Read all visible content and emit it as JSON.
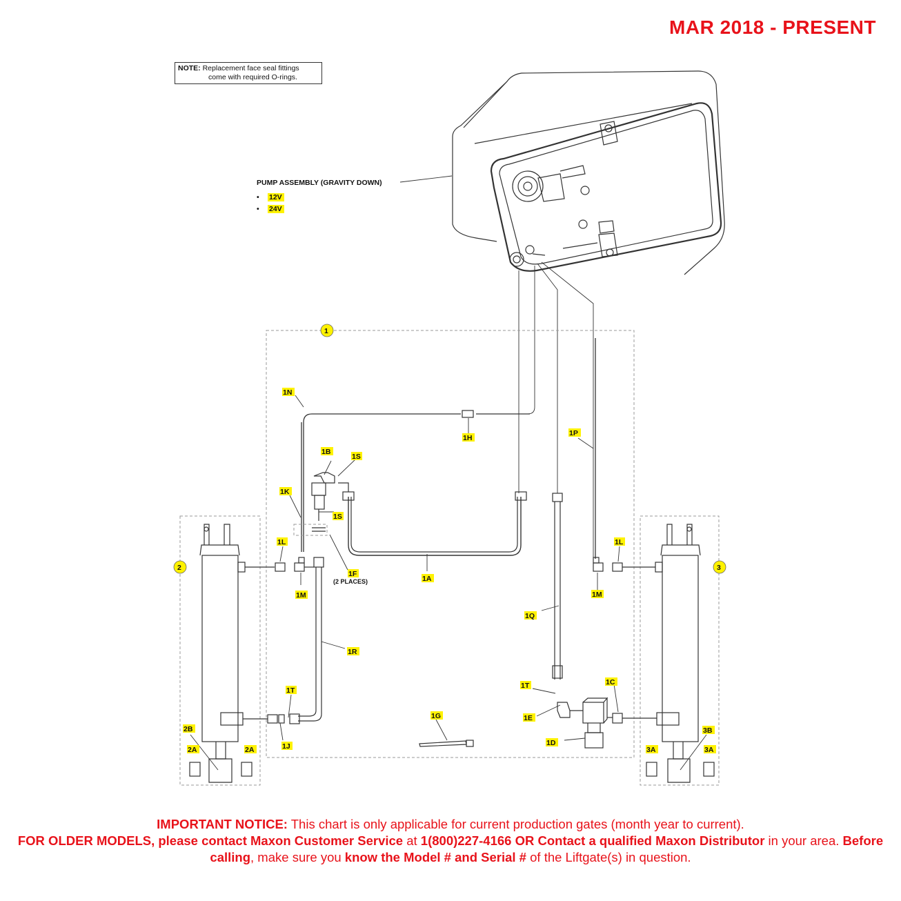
{
  "header": {
    "date_range": "MAR 2018 - PRESENT"
  },
  "note": {
    "prefix": "NOTE:",
    "line1": "Replacement face seal fittings",
    "line2": "come with required O-rings."
  },
  "pump": {
    "label": "PUMP ASSEMBLY (GRAVITY DOWN)",
    "options": [
      "12V",
      "24V"
    ]
  },
  "kits": {
    "center": "1",
    "left": "2",
    "right": "3"
  },
  "callouts": {
    "1N": "1N",
    "1H": "1H",
    "1P": "1P",
    "1B": "1B",
    "1S": "1S",
    "1K": "1K",
    "1L": "1L",
    "1M": "1M",
    "1F": "1F",
    "1F_sub": "(2 PLACES)",
    "1A": "1A",
    "1Q": "1Q",
    "1R": "1R",
    "1T": "1T",
    "1C": "1C",
    "1E": "1E",
    "1D": "1D",
    "1G": "1G",
    "1J": "1J",
    "2A": "2A",
    "2B": "2B",
    "3A": "3A",
    "3B": "3B"
  },
  "notice": {
    "lead": "IMPORTANT NOTICE:",
    "text1": " This chart is only applicable for current production gates (month year to current).",
    "older": "FOR OLDER MODELS, please contact Maxon Customer Service",
    "at": " at ",
    "phone": "1(800)227-4166 OR Contact a qualified Maxon Distributor",
    "area": " in your area. ",
    "before": "Before calling",
    "make_sure": ", make sure you ",
    "know": "know the Model # and Serial #",
    "tail": " of the Liftgate(s) in question."
  },
  "colors": {
    "accent_red": "#e8121a",
    "callout_highlight": "#fff200",
    "line": "#333333"
  }
}
